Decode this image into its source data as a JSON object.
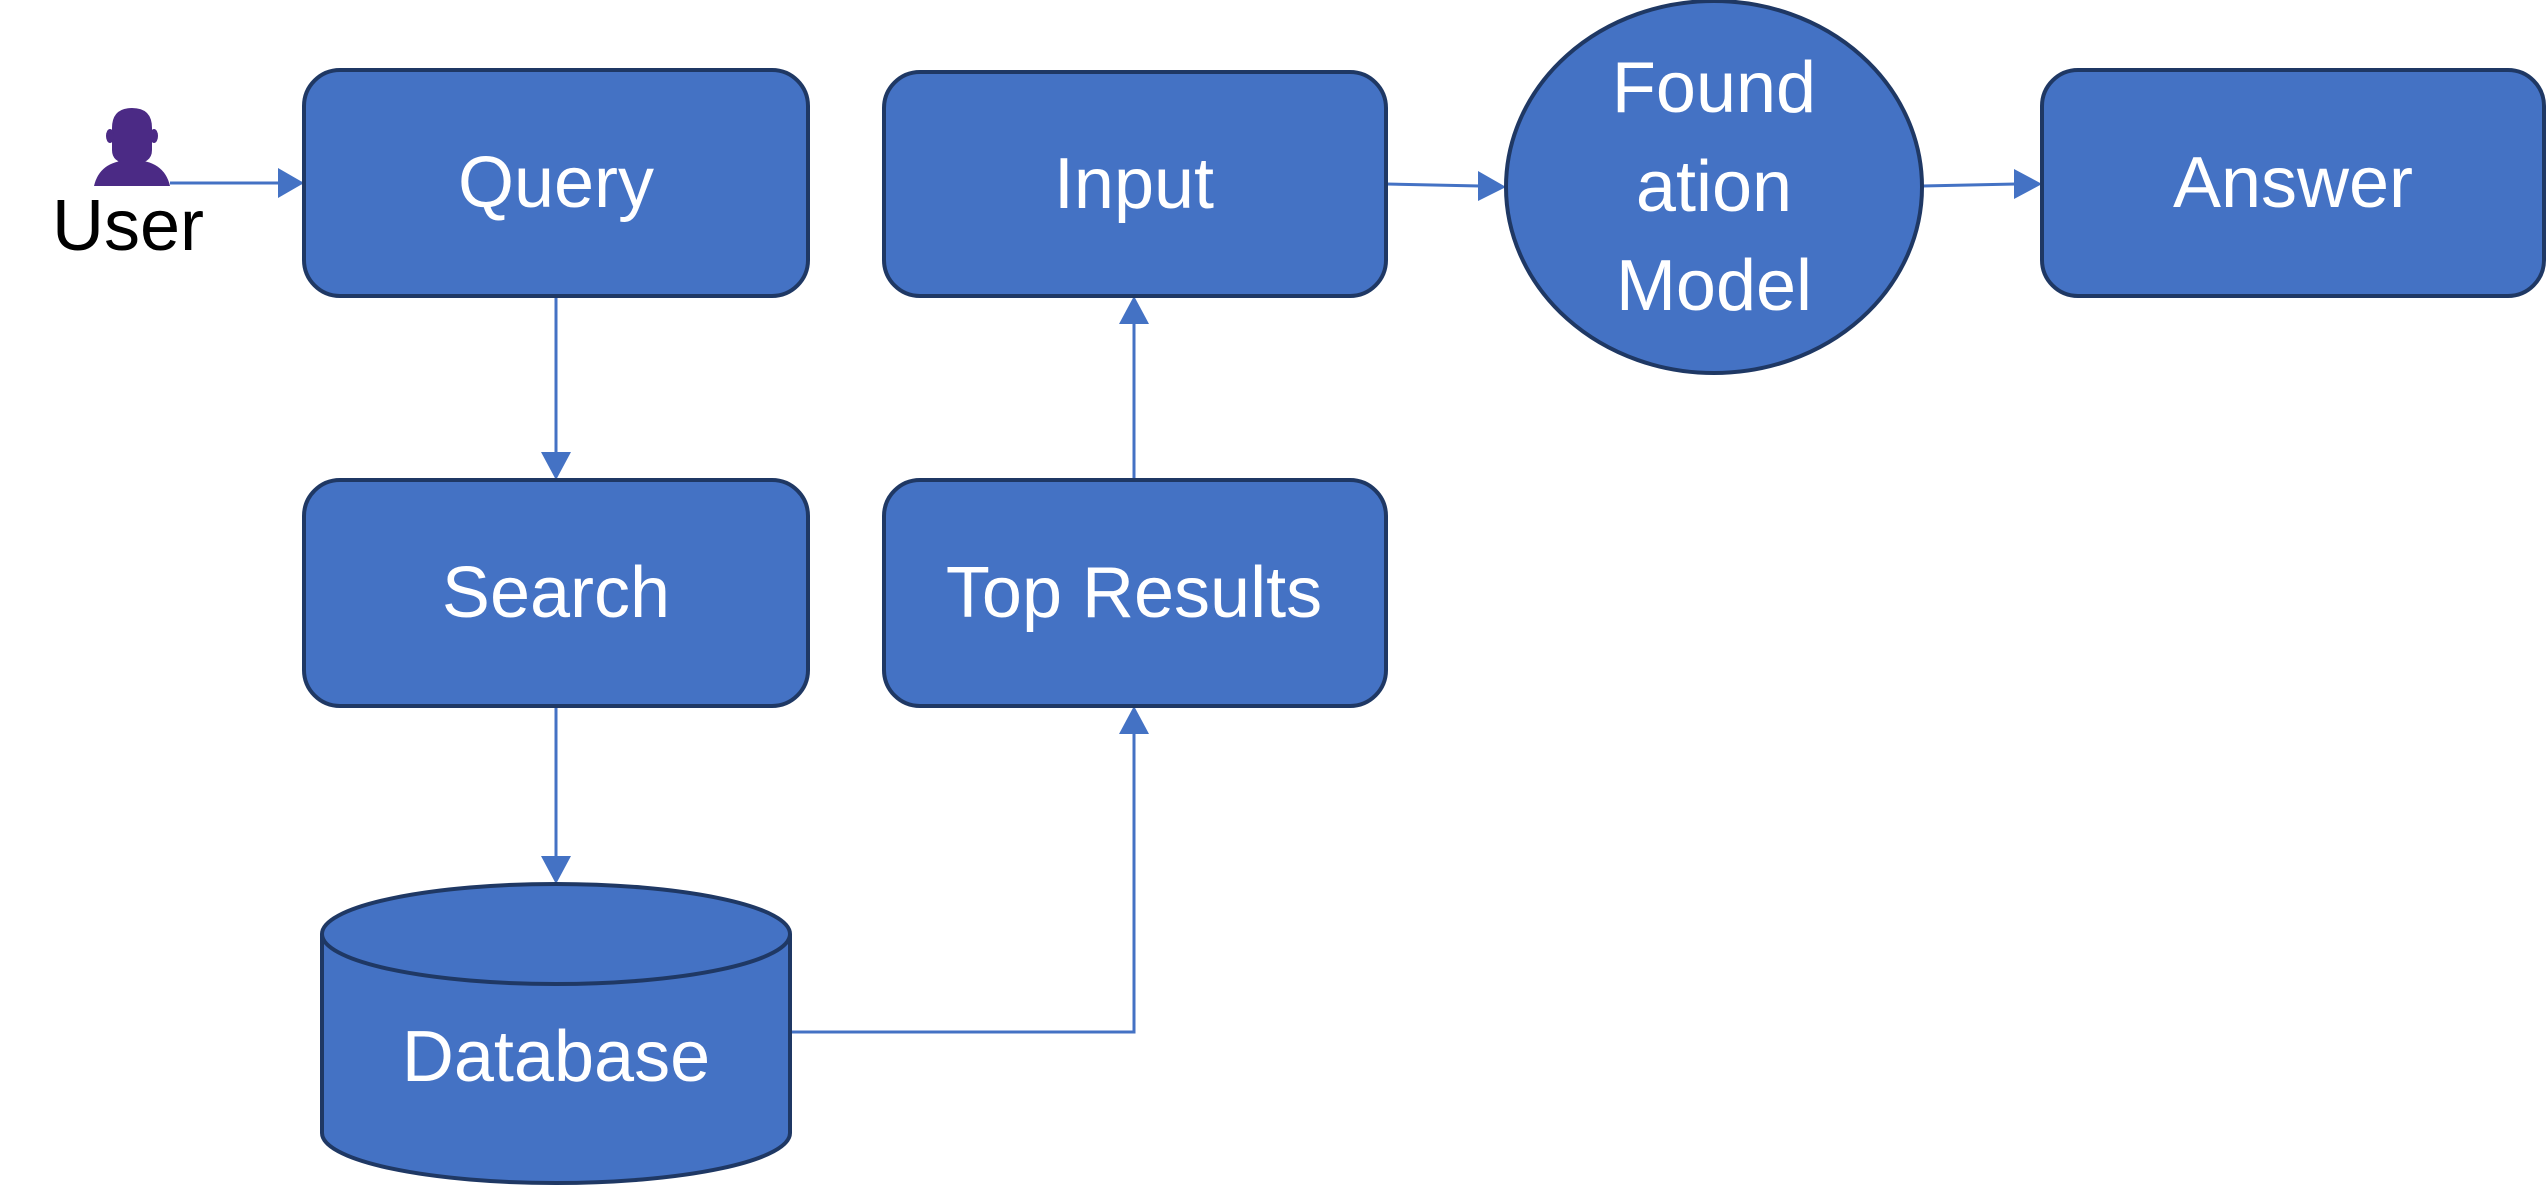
{
  "colors": {
    "node_fill": "#4472c4",
    "node_stroke": "#1f3864",
    "arrow": "#4472c4",
    "user_icon": "#4b2a85",
    "node_text": "#ffffff",
    "user_text": "#000000"
  },
  "user": {
    "label": "User",
    "icon": "person-icon"
  },
  "nodes": {
    "query": "Query",
    "search": "Search",
    "database": "Database",
    "top_results": "Top Results",
    "input": "Input",
    "foundation_model": [
      "Found",
      "ation",
      "Model"
    ],
    "answer": "Answer"
  }
}
